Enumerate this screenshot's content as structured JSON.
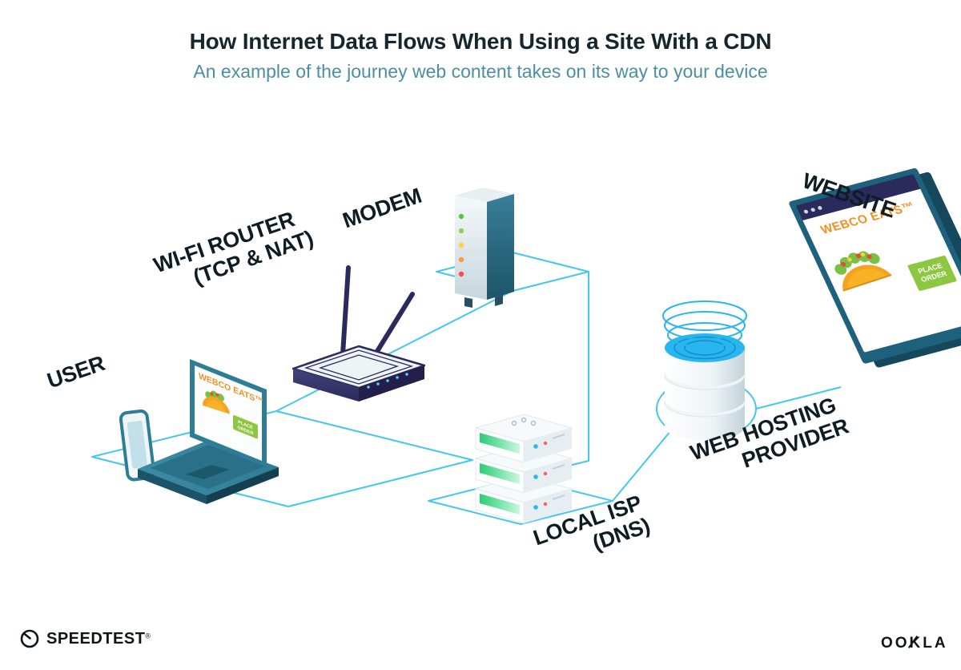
{
  "header": {
    "title": "How Internet Data Flows When Using a Site With a CDN",
    "subtitle": "An example of the journey web content takes on its way to your device"
  },
  "labels": {
    "user": "USER",
    "router_line1": "WI-FI ROUTER",
    "router_line2": "(TCP & NAT)",
    "modem": "MODEM",
    "isp_line1": "LOCAL ISP",
    "isp_line2": "(DNS)",
    "hosting_line1": "WEB HOSTING",
    "hosting_line2": "PROVIDER",
    "website": "WEBSITE"
  },
  "laptop_screen": {
    "brand": "WEBCO EATS™",
    "button_line1": "PLACE",
    "button_line2": "ORDER"
  },
  "website_window": {
    "brand": "WEBCO EATS™",
    "button_line1": "PLACE",
    "button_line2": "ORDER"
  },
  "footer": {
    "speedtest_label": "SPEEDTEST",
    "speedtest_mark": "®",
    "ookla_label": "OOKLA"
  },
  "colors": {
    "connector_cyan": "#44c7ec",
    "device_teal": "#2e7d96",
    "navy": "#2b2a5c",
    "brand_orange": "#f0911e",
    "button_green": "#8dc63f",
    "subtitle_teal": "#4b8fa3"
  }
}
